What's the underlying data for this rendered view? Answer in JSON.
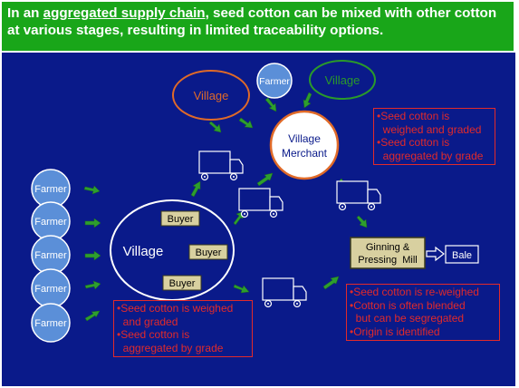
{
  "header": {
    "intro": "In an ",
    "link": "aggregated supply chain",
    "rest": ", seed cotton can be mixed with other cotton at various stages, resulting in limited traceability options."
  },
  "nodes": {
    "farmer": "Farmer",
    "village": "Village",
    "village_merchant_1": "Village",
    "village_merchant_2": "Merchant",
    "buyer": "Buyer",
    "gin_1": "Ginning &",
    "gin_2": "Pressing  Mill",
    "bale": "Bale"
  },
  "notes": {
    "merchant": [
      "•Seed cotton is",
      "  weighed and graded",
      "•Seed cotton is",
      "  aggregated by grade"
    ],
    "village": [
      "•Seed cotton is weighed",
      "  and graded",
      "•Seed cotton is",
      "  aggregated by grade"
    ],
    "gin": [
      "•Seed cotton is re-weighed",
      "•Cotton is often blended",
      "  but can be segregated",
      "•Origin is identified"
    ]
  },
  "colors": {
    "background": "#0a1a8a",
    "header": "#19a619",
    "arrow": "#2e9e2e",
    "farmer_fill": "#5b8fd8",
    "note_text": "#e22a2a",
    "village_orange": "#e06a28",
    "village_green": "#2a9a2a",
    "buyer_box": "#d8d0a0"
  }
}
